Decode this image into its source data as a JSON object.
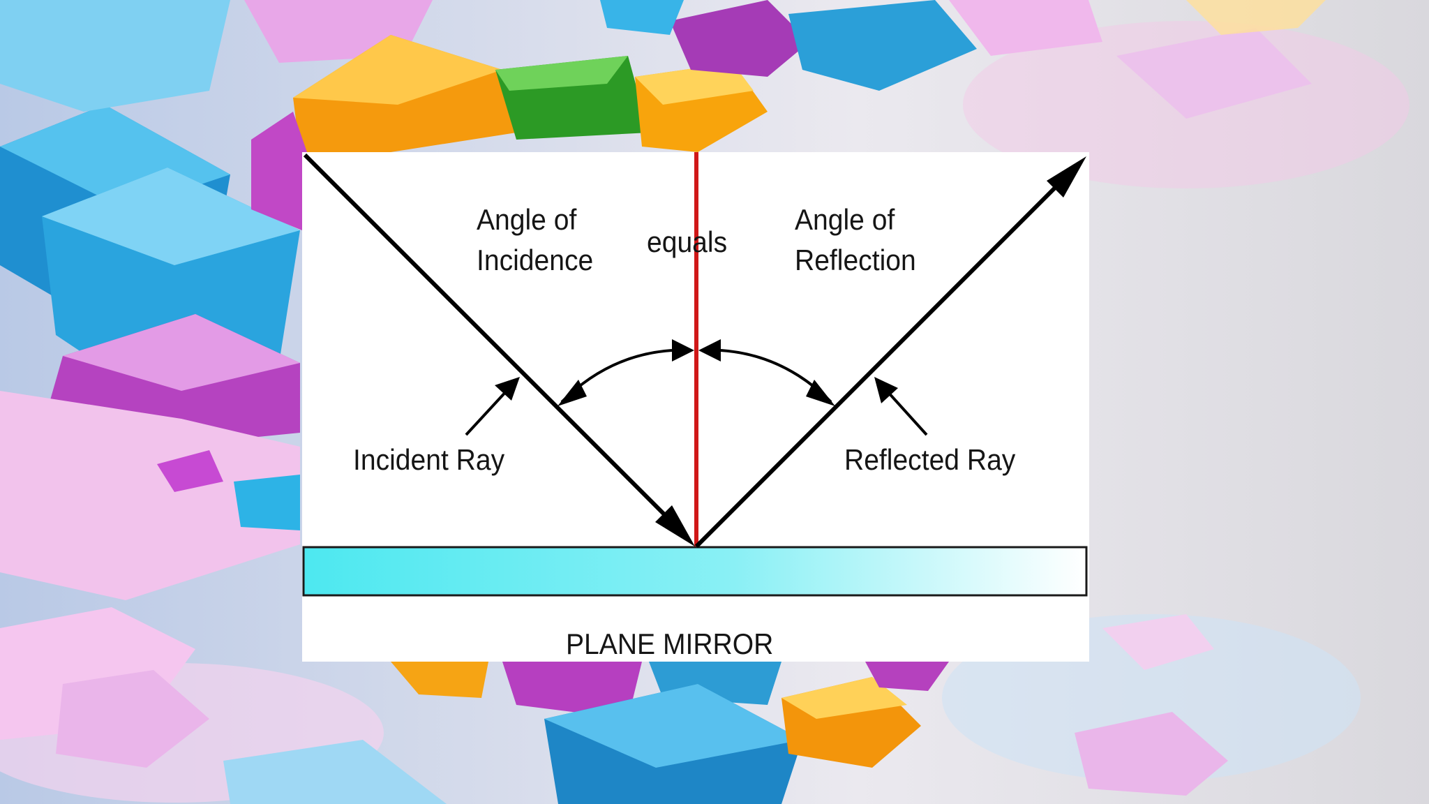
{
  "background": {
    "description_icon": "colorful-cubes-background",
    "colors": [
      "#2a9fd6",
      "#c14bc7",
      "#f5a10c",
      "#2ea82e",
      "#e9e7ee"
    ]
  },
  "diagram": {
    "labels": {
      "incidence_line1": "Angle of",
      "incidence_line2": "Incidence",
      "equals": "equals",
      "reflection_line1": "Angle of",
      "reflection_line2": "Reflection",
      "incident_ray": "Incident Ray",
      "reflected_ray": "Reflected Ray",
      "mirror": "PLANE MIRROR"
    },
    "colors": {
      "ray": "#000000",
      "normal": "#d01818",
      "mirror_left": "#4de8f0",
      "mirror_right": "#ffffff",
      "panel": "#ffffff"
    }
  }
}
